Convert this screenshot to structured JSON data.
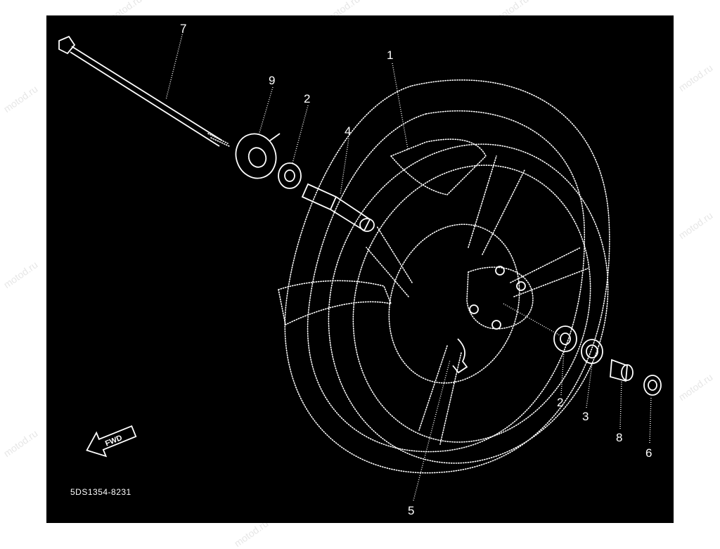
{
  "watermark": "motod.ru",
  "diagram_code": "5DS1354-8231",
  "direction_label": "FWD",
  "callouts": [
    "1",
    "2",
    "2",
    "3",
    "4",
    "5",
    "6",
    "7",
    "8",
    "9"
  ],
  "colors": {
    "background": "#000000",
    "linework": "#ffffff",
    "page": "#ffffff"
  }
}
